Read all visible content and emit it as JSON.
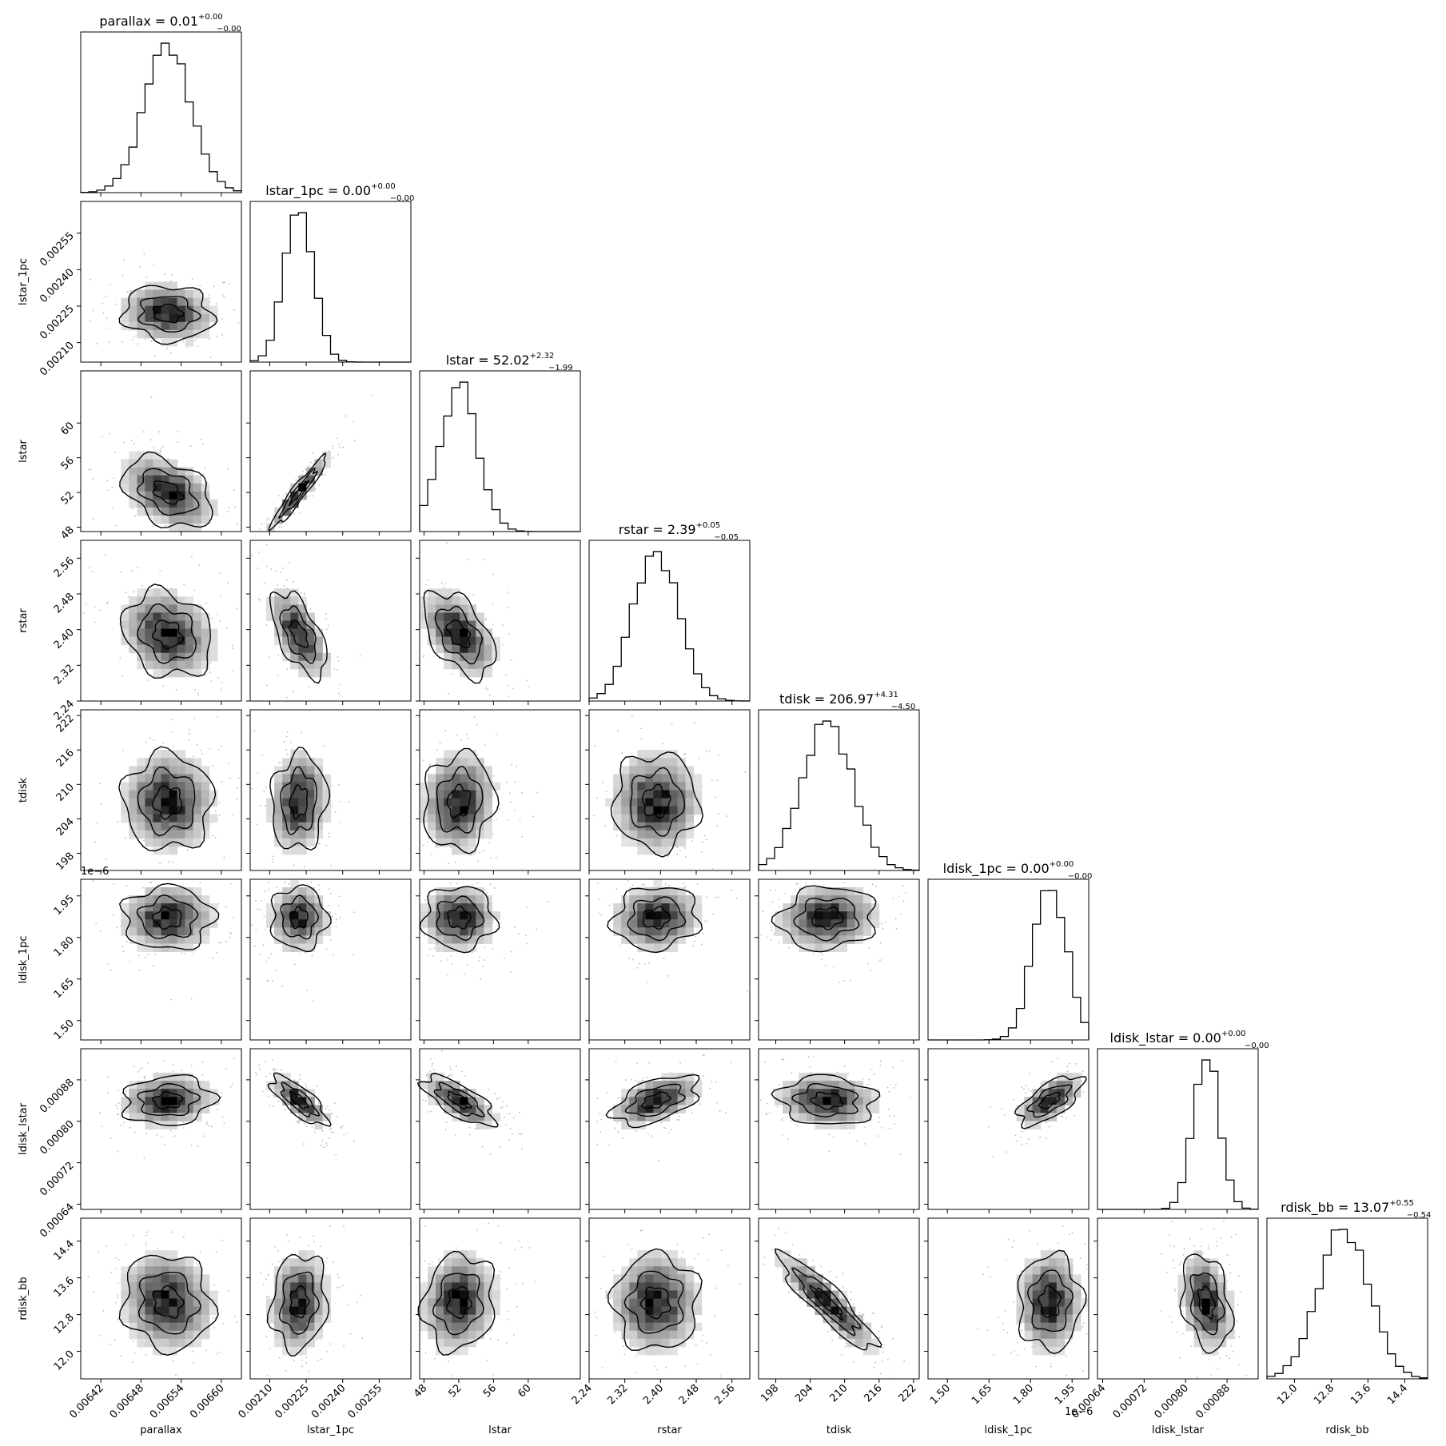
{
  "chart_data": {
    "type": "corner",
    "parameters": [
      {
        "name": "parallax",
        "label": "parallax",
        "center": 0.00652,
        "std": 3.5e-05,
        "range": [
          0.00639,
          0.00663
        ],
        "ticks": [
          0.00642,
          0.00648,
          0.00654,
          0.0066
        ],
        "tick_labels": [
          "0.00642",
          "0.00648",
          "0.00654",
          "0.00660"
        ],
        "offset_text": "",
        "title": {
          "main": "parallax = 0.01",
          "sup": "+0.00",
          "sub": "−0.00"
        }
      },
      {
        "name": "lstar_1pc",
        "label": "lstar_1pc",
        "center": 0.00222,
        "std": 6e-05,
        "range": [
          0.00202,
          0.00268
        ],
        "ticks": [
          0.0021,
          0.00225,
          0.0024,
          0.00255
        ],
        "tick_labels": [
          "0.00210",
          "0.00225",
          "0.00240",
          "0.00255"
        ],
        "offset_text": "",
        "title": {
          "main": "lstar_1pc = 0.00",
          "sup": "+0.00",
          "sub": "−0.00"
        }
      },
      {
        "name": "lstar",
        "label": "lstar",
        "center": 52.02,
        "std": 2.15,
        "range": [
          47.5,
          66
        ],
        "ticks": [
          48,
          52,
          56,
          60
        ],
        "tick_labels": [
          "48",
          "52",
          "56",
          "60"
        ],
        "offset_text": "",
        "title": {
          "main": "lstar = 52.02",
          "sup": "+2.32",
          "sub": "−1.99"
        }
      },
      {
        "name": "rstar",
        "label": "rstar",
        "center": 2.39,
        "std": 0.05,
        "range": [
          2.24,
          2.6
        ],
        "ticks": [
          2.24,
          2.32,
          2.4,
          2.48,
          2.56
        ],
        "tick_labels": [
          "2.24",
          "2.32",
          "2.40",
          "2.48",
          "2.56"
        ],
        "offset_text": "",
        "title": {
          "main": "rstar = 2.39",
          "sup": "+0.05",
          "sub": "−0.05"
        }
      },
      {
        "name": "tdisk",
        "label": "tdisk",
        "center": 206.97,
        "std": 4.4,
        "range": [
          195,
          223
        ],
        "ticks": [
          198,
          204,
          210,
          216,
          222
        ],
        "tick_labels": [
          "198",
          "204",
          "210",
          "216",
          "222"
        ],
        "offset_text": "",
        "title": {
          "main": "tdisk = 206.97",
          "sup": "+4.31",
          "sub": "−4.50"
        }
      },
      {
        "name": "ldisk_1pc",
        "label": "ldisk_1pc",
        "center": 1.87,
        "std": 0.06,
        "range": [
          1.43,
          2.01
        ],
        "ticks": [
          1.5,
          1.65,
          1.8,
          1.95
        ],
        "tick_labels": [
          "1.50",
          "1.65",
          "1.80",
          "1.95"
        ],
        "offset_text": "1e−6",
        "title": {
          "main": "ldisk_1pc = 0.00",
          "sup": "+0.00",
          "sub": "−0.00"
        }
      },
      {
        "name": "ldisk_lstar",
        "label": "ldisk_lstar",
        "center": 0.00084,
        "std": 2.5e-05,
        "range": [
          0.00063,
          0.00094
        ],
        "ticks": [
          0.00064,
          0.00072,
          0.0008,
          0.00088
        ],
        "tick_labels": [
          "0.00064",
          "0.00072",
          "0.00080",
          "0.00088"
        ],
        "offset_text": "",
        "title": {
          "main": "ldisk_lstar = 0.00",
          "sup": "+0.00",
          "sub": "−0.00"
        }
      },
      {
        "name": "rdisk_bb",
        "label": "rdisk_bb",
        "center": 13.07,
        "std": 0.55,
        "range": [
          11.4,
          14.9
        ],
        "ticks": [
          12.0,
          12.8,
          13.6,
          14.4
        ],
        "tick_labels": [
          "12.0",
          "12.8",
          "13.6",
          "14.4"
        ],
        "offset_text": "",
        "title": {
          "main": "rdisk_bb = 13.07",
          "sup": "+0.55",
          "sub": "−0.54"
        }
      }
    ],
    "correlations": {
      "1-0": -0.1,
      "2-0": -0.4,
      "2-1": 0.95,
      "3-0": -0.2,
      "3-1": -0.6,
      "3-2": -0.5,
      "4-0": 0.0,
      "4-1": 0.1,
      "4-2": 0.1,
      "4-3": 0.0,
      "5-0": 0.0,
      "5-1": 0.0,
      "5-2": 0.0,
      "5-3": 0.1,
      "5-4": 0.1,
      "6-0": 0.1,
      "6-1": -0.75,
      "6-2": -0.7,
      "6-3": 0.5,
      "6-4": -0.1,
      "6-5": 0.65,
      "7-0": -0.1,
      "7-1": 0.1,
      "7-2": 0.1,
      "7-3": 0.0,
      "7-4": -0.9,
      "7-5": 0.0,
      "7-6": -0.3
    },
    "histogram_bins": 20,
    "grid": false,
    "colors": {
      "line": "#000000",
      "density": "#000000",
      "points": "#bbbbbb"
    }
  }
}
